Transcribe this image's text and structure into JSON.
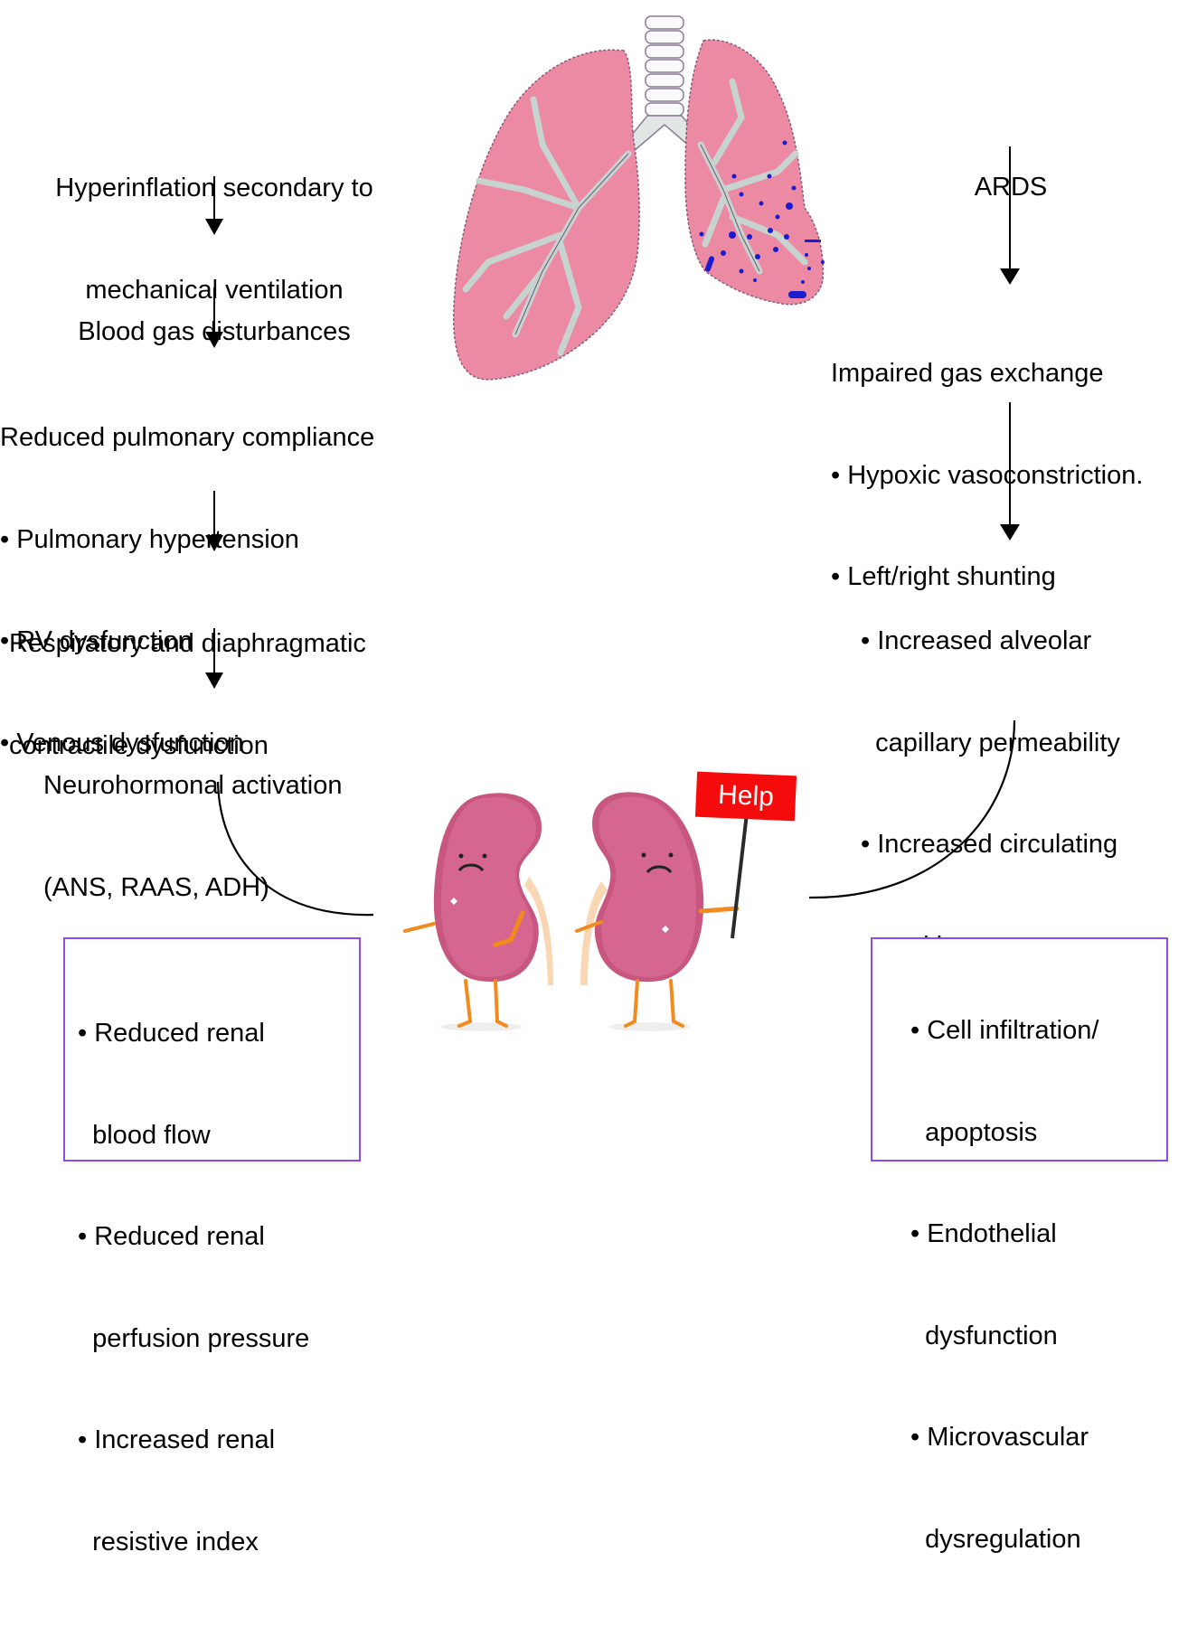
{
  "left_chain": {
    "step1": [
      "Hyperinflation secondary to",
      "mechanical ventilation"
    ],
    "step2": [
      "Blood gas disturbances"
    ],
    "step3": {
      "heading": "Reduced pulmonary compliance",
      "bullets": [
        "• Pulmonary hypertension",
        "• RV dysfunction",
        "• Venous dysfunction"
      ]
    },
    "step4": [
      "Respiratory and diaphragmatic",
      "contractile dysfunction"
    ],
    "step5": [
      "Neurohormonal activation",
      "(ANS, RAAS, ADH)"
    ]
  },
  "right_chain": {
    "step1": "ARDS",
    "step2": {
      "heading": "Impaired gas exchange",
      "bullets": [
        "• Hypoxic vasoconstriction.",
        "• Left/right shunting"
      ]
    },
    "step3": [
      "• Increased alveolar",
      "  capillary permeability",
      "• Increased circulating",
      "  cytokines"
    ]
  },
  "left_box": {
    "lines": [
      "• Reduced renal",
      "  blood flow",
      "• Reduced renal",
      "  perfusion pressure",
      "• Increased renal",
      "  resistive index"
    ]
  },
  "right_box": {
    "lines": [
      "• Cell infiltration/",
      "  apoptosis",
      "• Endothelial",
      "  dysfunction",
      "• Microvascular",
      "  dysregulation"
    ]
  },
  "kidneys": {
    "sign_label": "Help"
  },
  "colors": {
    "box_border": "#8a4cf0",
    "sign": "#f50b0b",
    "lung": "#ec8aa4",
    "kidney": "#c8577f",
    "limbs": "#f28a1e"
  }
}
